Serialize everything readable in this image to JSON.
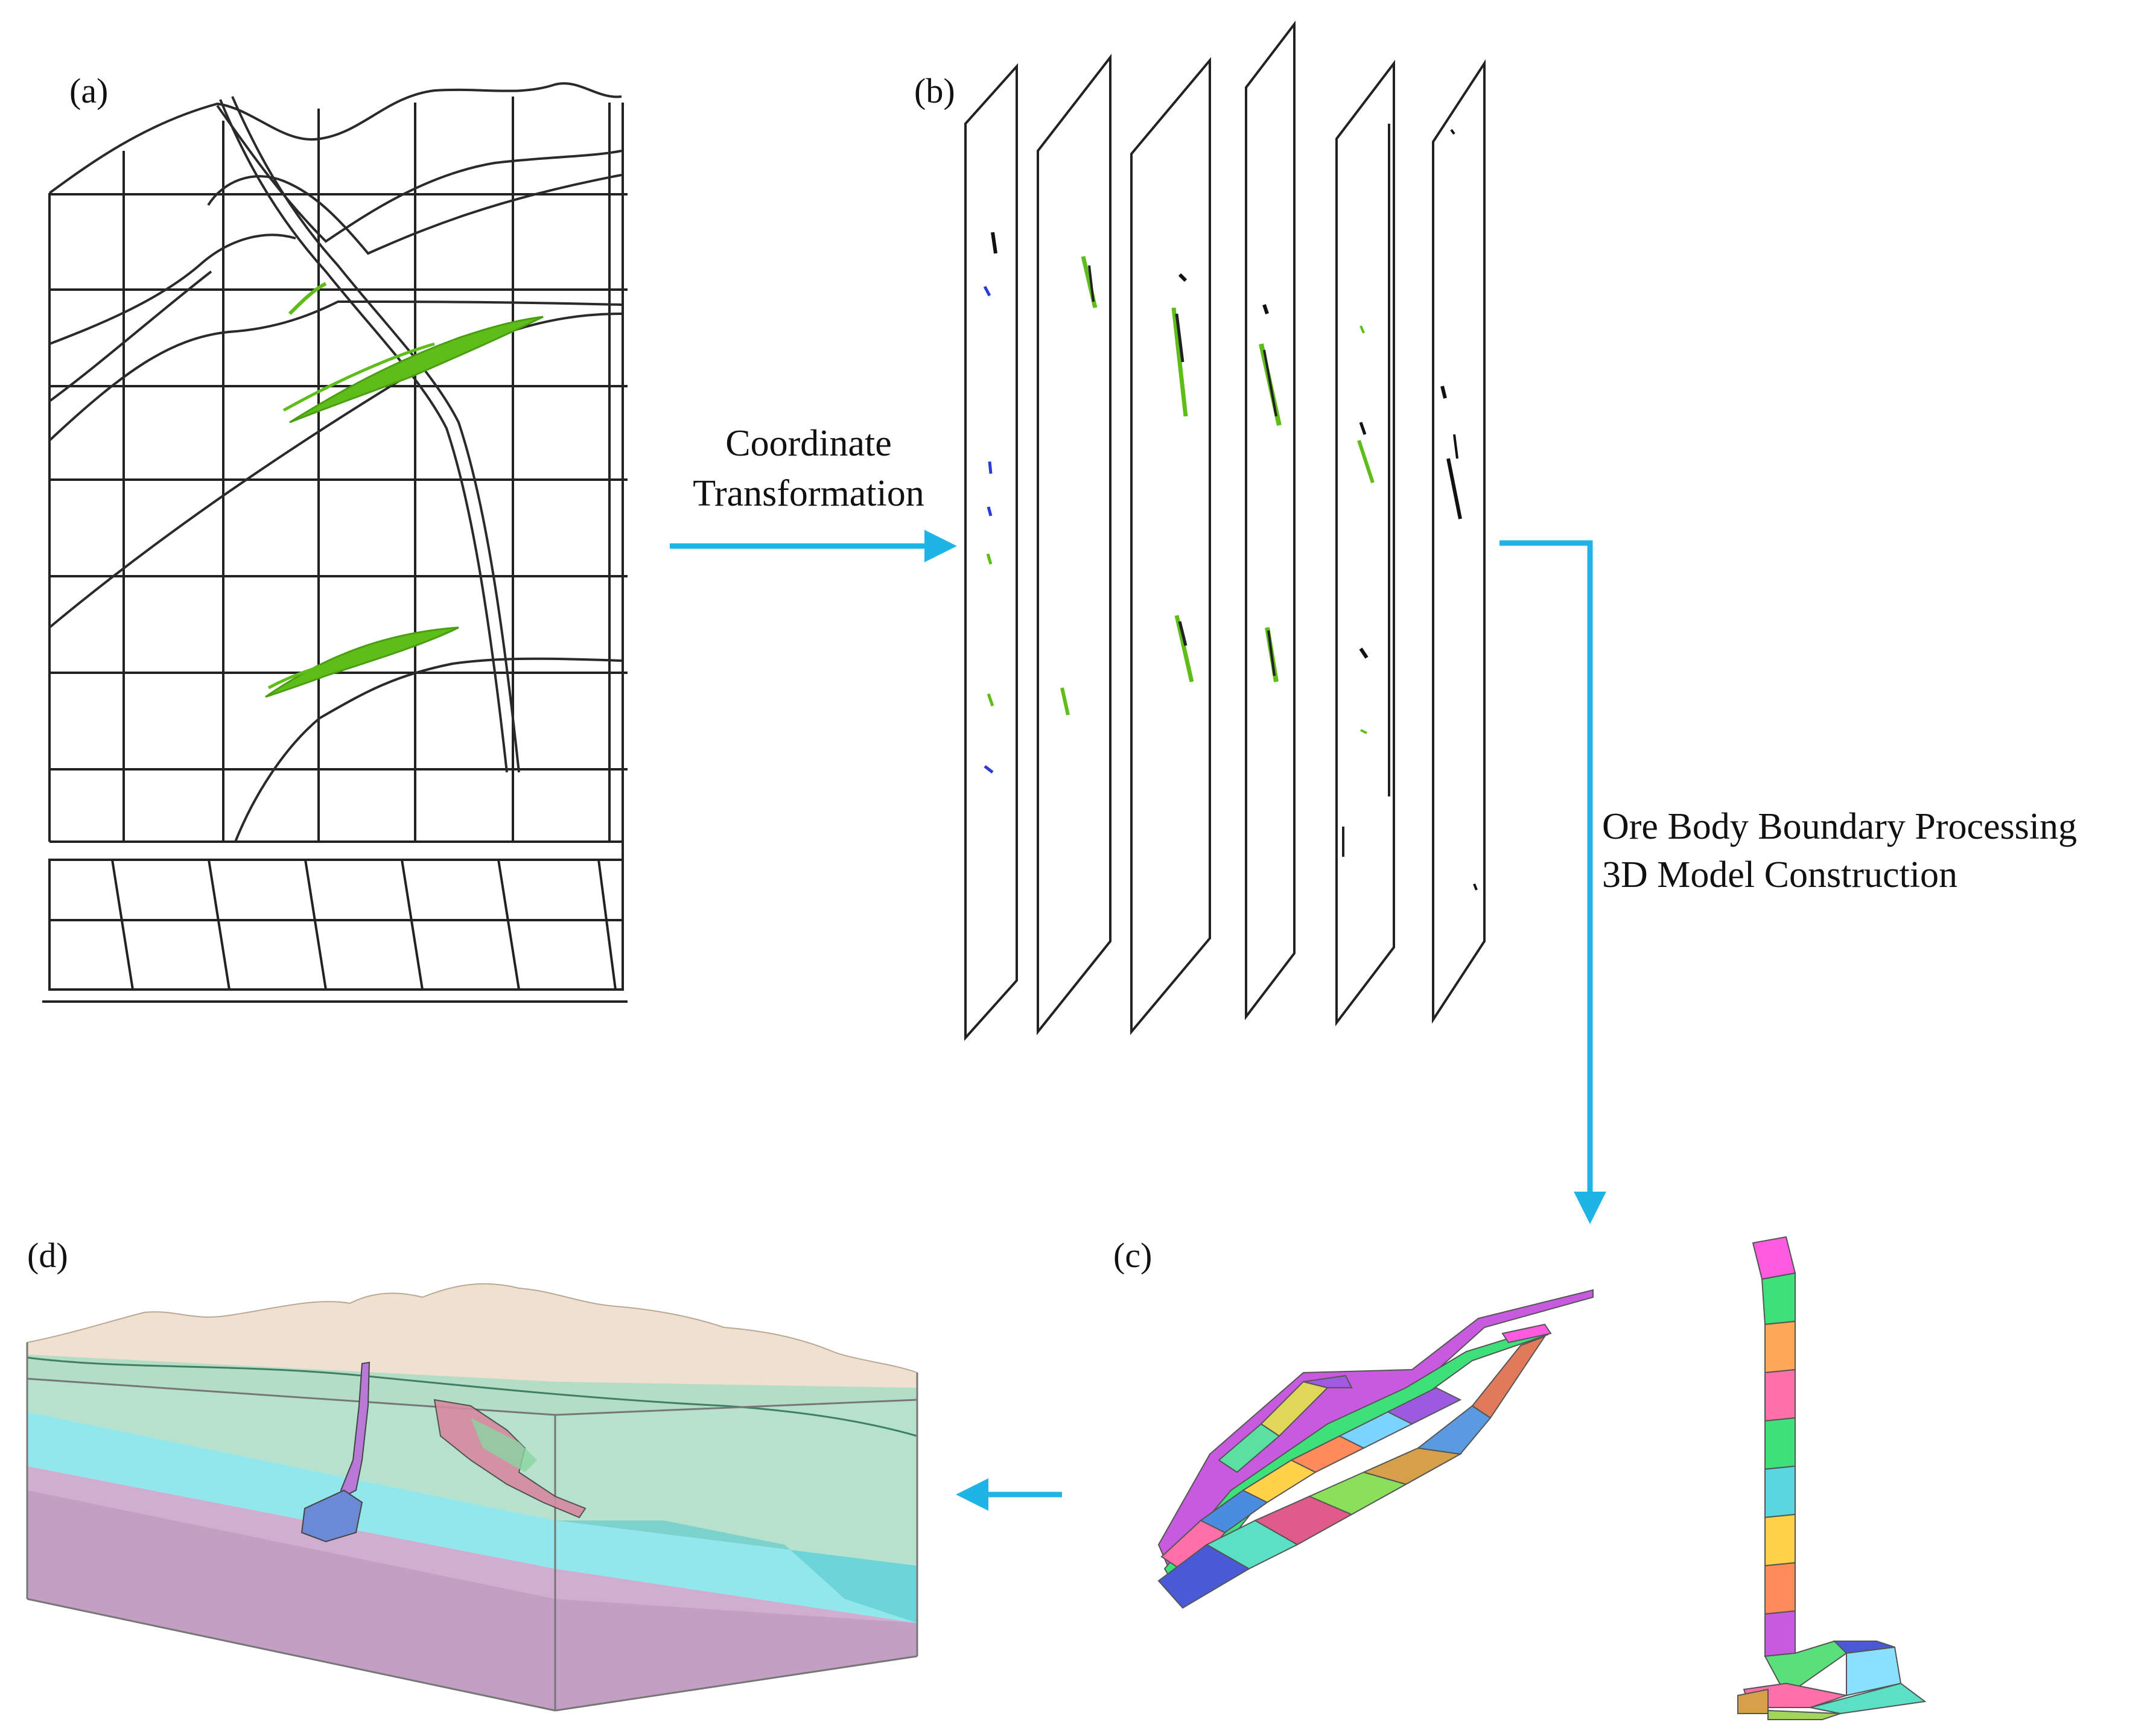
{
  "panels": {
    "a": {
      "label": "(a)"
    },
    "b": {
      "label": "(b)"
    },
    "c": {
      "label": "(c)"
    },
    "d": {
      "label": "(d)"
    }
  },
  "steps": {
    "coordinate": {
      "line1": "Coordinate",
      "line2": "Transformation"
    },
    "orebody": {
      "line1": "Ore Body Boundary Processing",
      "line2": "3D Model Construction"
    }
  },
  "colors": {
    "arrow": "#1eb4e6",
    "orebody_green": "#5fbd1a",
    "line": "#222222",
    "topsoil": "#efe0cf",
    "layer_green": "#a9dcc3",
    "layer_cyan": "#7fe3ea",
    "layer_purple": "#c7a0c7"
  }
}
